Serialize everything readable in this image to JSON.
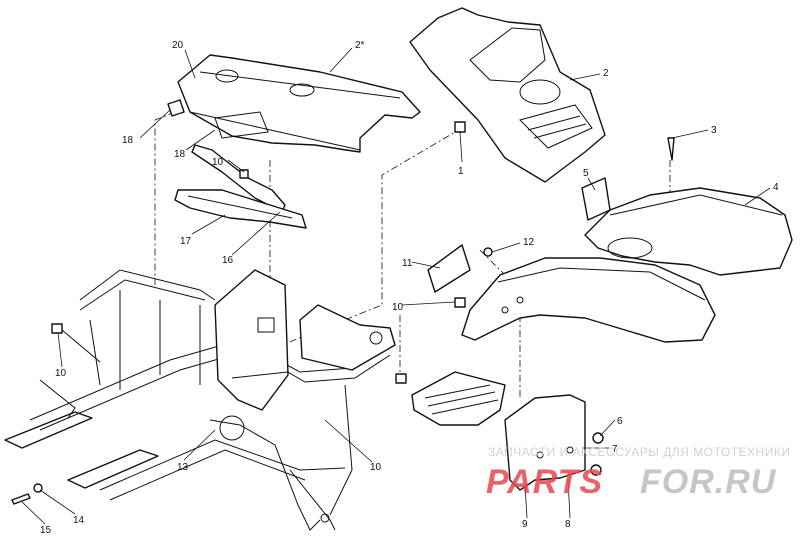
{
  "colors": {
    "line": "#111111",
    "background": "#ffffff",
    "watermark_red": "#e8464f",
    "watermark_grey": "#bdbdbd"
  },
  "callouts": {
    "c20": "20",
    "c2a": "2*",
    "c2": "2",
    "c3": "3",
    "c1": "1",
    "c18a": "18",
    "c18b": "18",
    "c10a": "10",
    "c17": "17",
    "c16": "16",
    "c5": "5",
    "c4": "4",
    "c12": "12",
    "c11": "11",
    "c10b": "10",
    "c10c": "10",
    "c13": "13",
    "c10d": "10",
    "c6": "6",
    "c7": "7",
    "c14": "14",
    "c15": "15",
    "c9": "9",
    "c8": "8"
  },
  "watermark": {
    "caption": "ЗАПЧАСТИ И АКСЕССУАРЫ ДЛЯ МОТОТЕХНИКИ",
    "logo_left": "PARTS",
    "logo_right": "FOR.RU"
  }
}
